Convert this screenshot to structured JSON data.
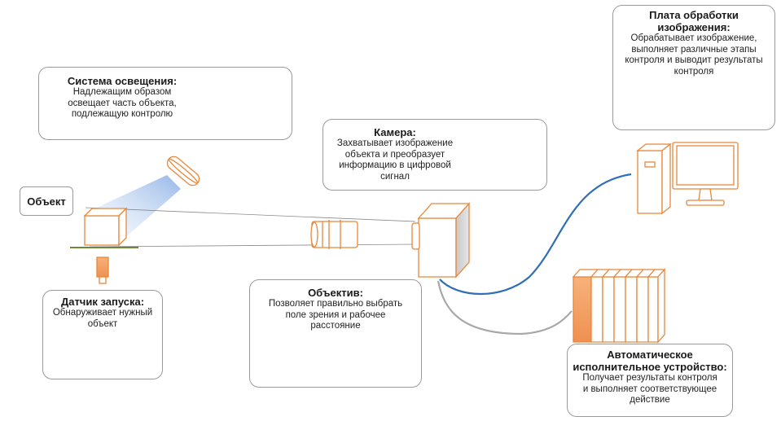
{
  "object": {
    "label": "Объект"
  },
  "lighting": {
    "title": "Система освещения:",
    "desc_lines": [
      "Надлежащим образом",
      "освещает часть объекта,",
      "подлежащую контролю"
    ]
  },
  "camera": {
    "title": "Камера:",
    "desc_lines": [
      "Захватывает изображение",
      "объекта и преобразует",
      "информацию в цифровой",
      "сигнал"
    ]
  },
  "processing_board": {
    "title_lines": [
      "Плата обработки",
      "изображения:"
    ],
    "desc_lines": [
      "Обрабатывает изображение,",
      "выполняет различные этапы",
      "контроля и выводит результаты",
      "контроля"
    ]
  },
  "trigger_sensor": {
    "title": "Датчик запуска:",
    "desc_lines": [
      "Обнаруживает нужный",
      "объект"
    ]
  },
  "lens": {
    "title": "Объектив:",
    "desc_lines": [
      "Позволяет правильно выбрать",
      "поле зрения и рабочее",
      "расстояние"
    ]
  },
  "actuator": {
    "title_lines": [
      "Автоматическое",
      "исполнительное устройство:"
    ],
    "desc_lines": [
      "Получает результаты контроля",
      "и выполняет соответствующее",
      "действие"
    ]
  },
  "colors": {
    "outline": "#e8873a",
    "cable_blue": "#2e6fb5",
    "cable_gray": "#a8a8a8",
    "box_border": "#9a9a9a"
  }
}
